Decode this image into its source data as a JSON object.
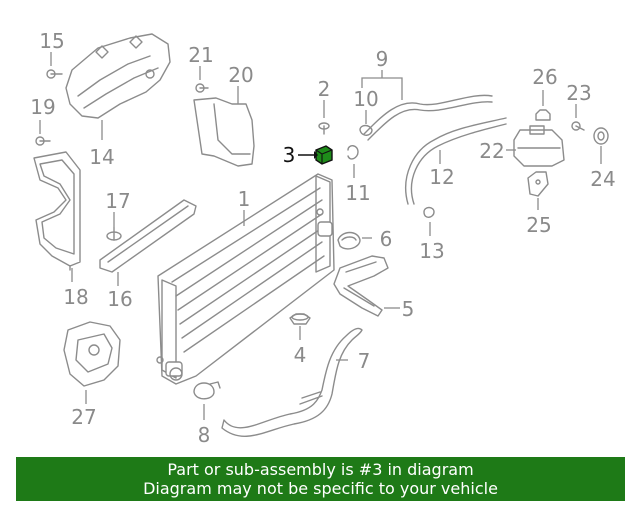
{
  "diagram": {
    "callouts": [
      "1",
      "2",
      "3",
      "4",
      "5",
      "6",
      "7",
      "8",
      "9",
      "10",
      "11",
      "12",
      "13",
      "14",
      "15",
      "16",
      "17",
      "18",
      "19",
      "20",
      "21",
      "22",
      "23",
      "24",
      "25",
      "26",
      "27"
    ],
    "highlighted_part": "3",
    "highlight_color": "#1e8c1a",
    "line_color": "#8c8c8c"
  },
  "banner": {
    "line1": "Part or sub-assembly is #3 in diagram",
    "line2": "Diagram may not be specific to your vehicle",
    "background": "#1e7a17"
  }
}
